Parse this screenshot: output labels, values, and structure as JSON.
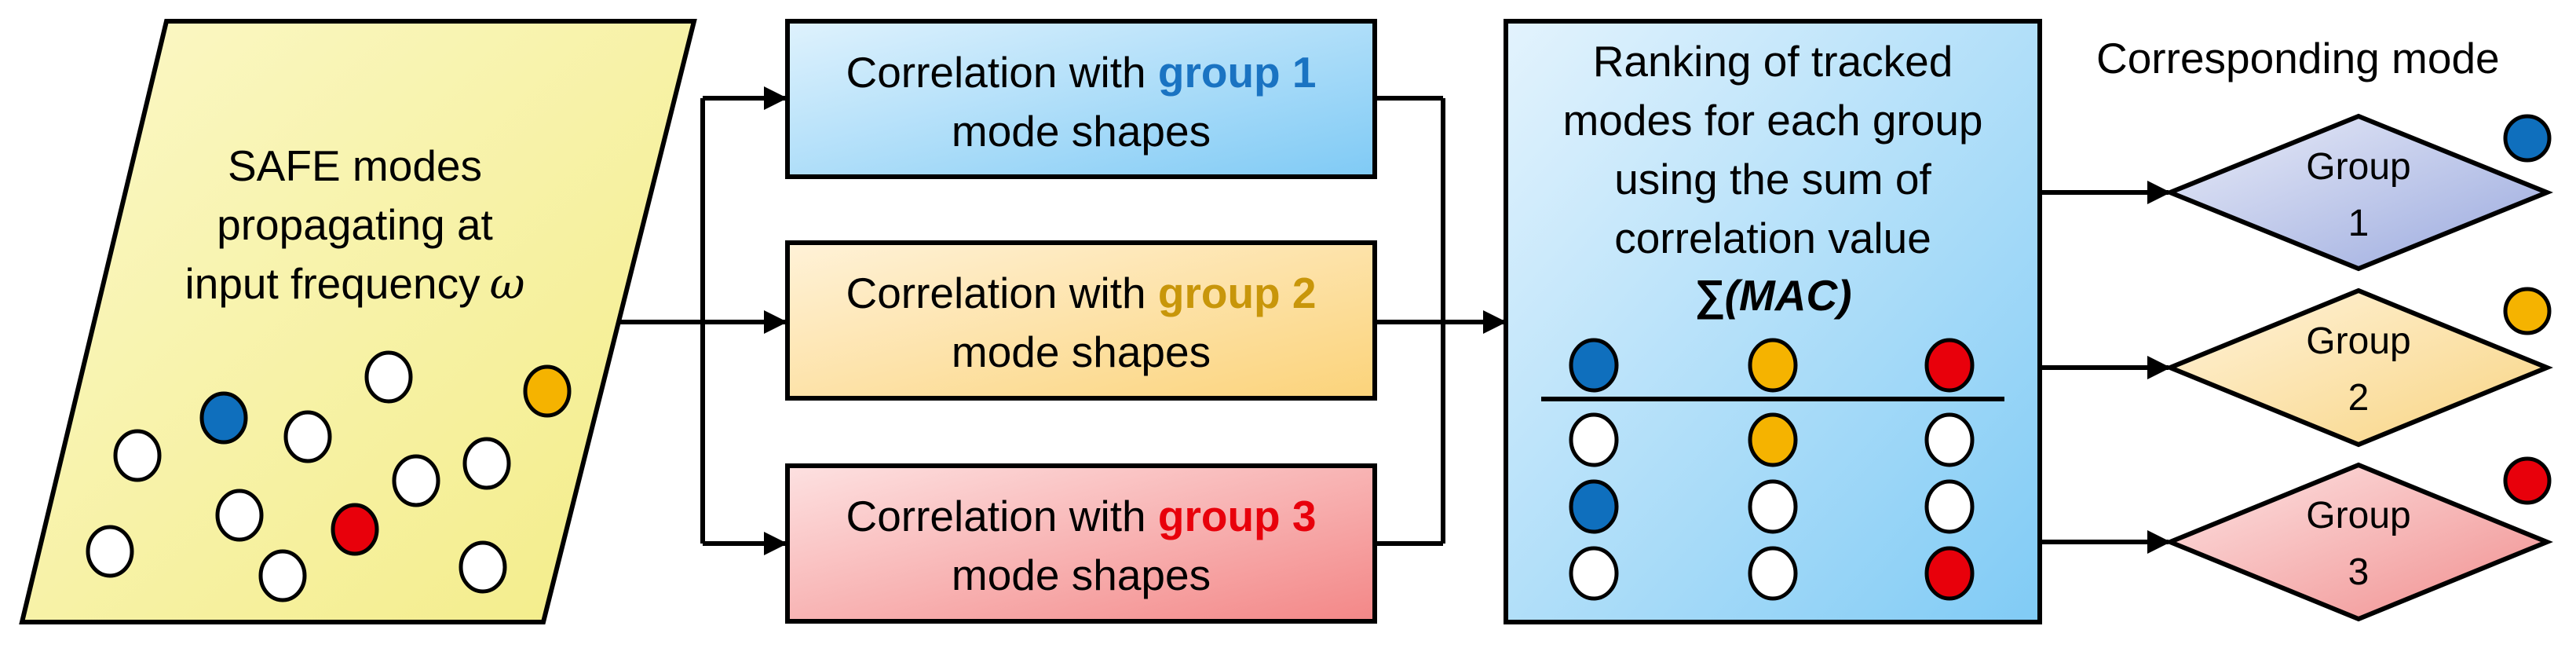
{
  "colors": {
    "group1": "#0f6fbd",
    "group2": "#f5b300",
    "group3": "#e8000b",
    "group1_text": "#1a73c2",
    "group2_text": "#c8960a",
    "group3_text": "#e8000b",
    "stroke": "#000000"
  },
  "input": {
    "line1": "SAFE modes",
    "line2": "propagating at",
    "line3": "input frequency",
    "omega": "ω"
  },
  "correlations": [
    {
      "prefix": "Correlation with ",
      "group": "group 1",
      "line2": "mode shapes"
    },
    {
      "prefix": "Correlation with ",
      "group": "group 2",
      "line2": "mode shapes"
    },
    {
      "prefix": "Correlation with ",
      "group": "group 3",
      "line2": "mode shapes"
    }
  ],
  "ranking": {
    "line1": "Ranking of tracked",
    "line2": "modes for each group",
    "line3": "using the sum of",
    "line4": "correlation value",
    "formula": "∑(MAC)",
    "header": [
      "group1",
      "group2",
      "group3"
    ],
    "rows": [
      [
        "none",
        "group2",
        "none"
      ],
      [
        "group1",
        "none",
        "none"
      ],
      [
        "none",
        "none",
        "group3"
      ]
    ]
  },
  "output": {
    "title": "Corresponding mode",
    "groups": [
      {
        "line1": "Group",
        "line2": "1"
      },
      {
        "line1": "Group",
        "line2": "2"
      },
      {
        "line1": "Group",
        "line2": "3"
      }
    ]
  }
}
